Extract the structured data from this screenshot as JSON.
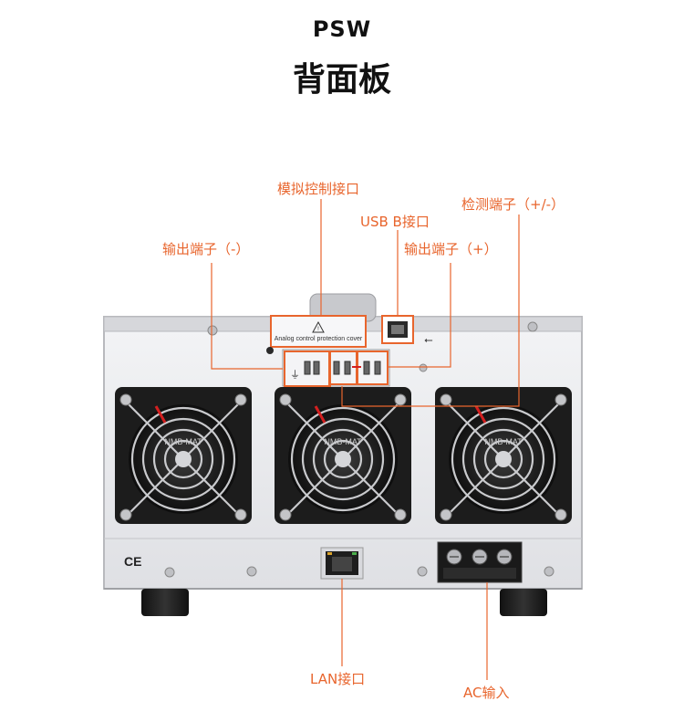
{
  "header": {
    "brand": "PSW",
    "title": "背面板"
  },
  "callouts": {
    "analog_control": "模拟控制接口",
    "usb_b": "USB B接口",
    "sense_terminal": "检测端子（+/-）",
    "output_minus": "输出端子（-）",
    "output_plus": "输出端子（+）",
    "lan": "LAN接口",
    "ac_input": "AC输入"
  },
  "panel_text": {
    "cover_label": "Analog control protection cover",
    "fan_brand": "NMB-MAT",
    "ce_mark": "CE"
  },
  "colors": {
    "accent": "#e8652d",
    "panel": "#e9eaee",
    "fan": "#1c1c1c"
  }
}
